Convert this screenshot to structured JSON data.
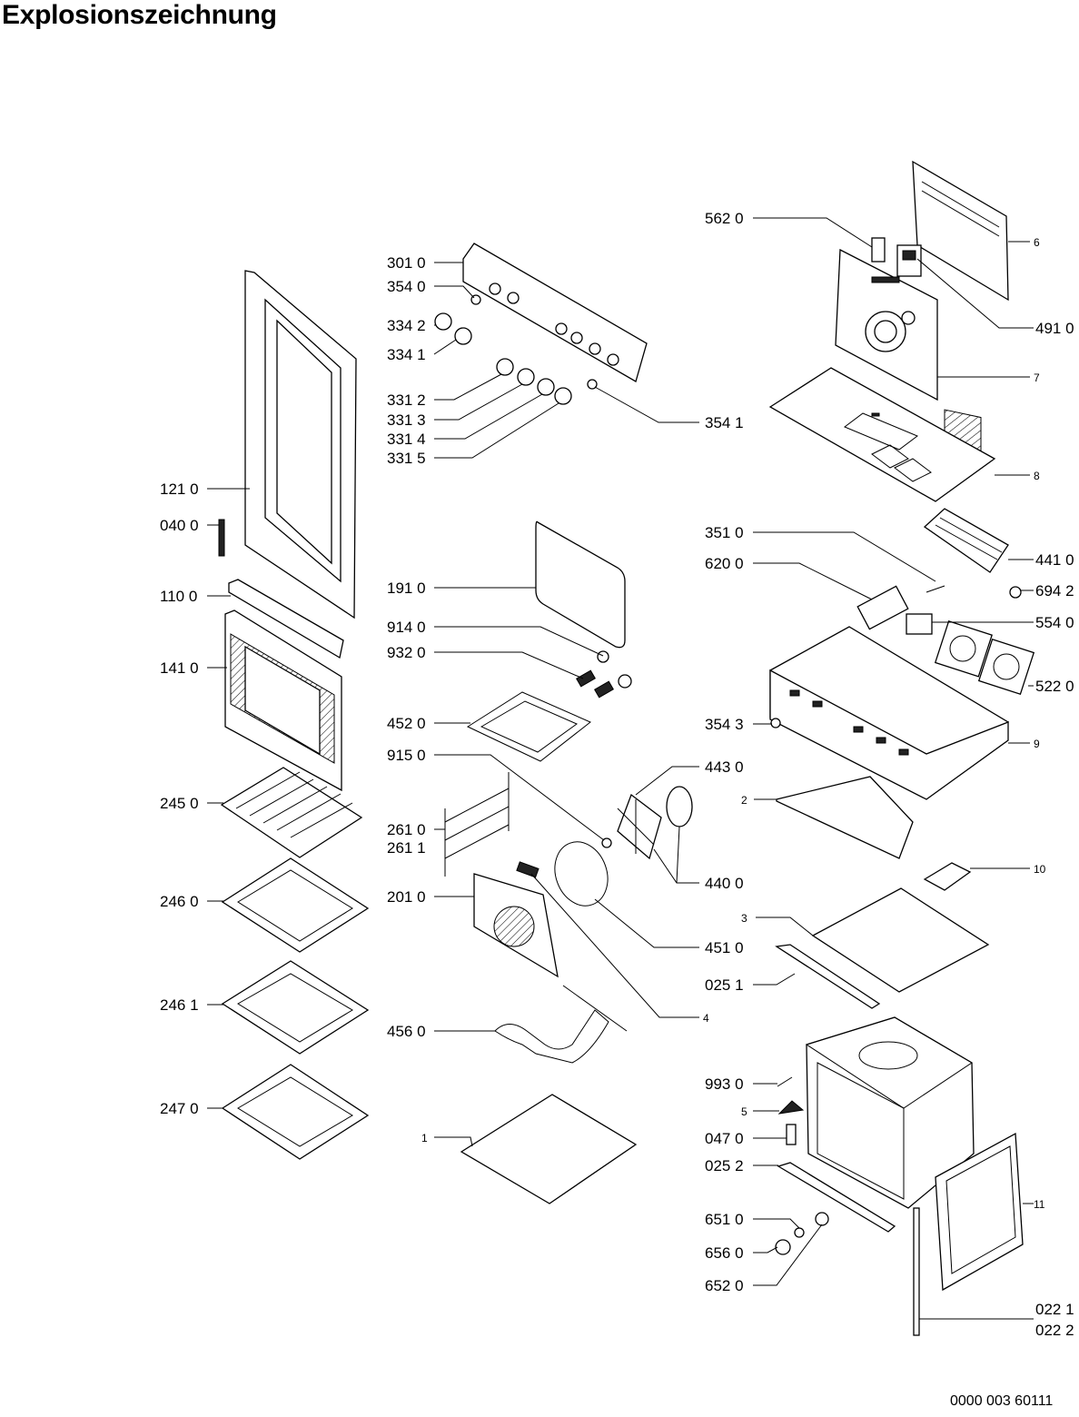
{
  "title": "Explosionszeichnung",
  "document_number": "0000 003 60111",
  "labels": {
    "p5620": "562 0",
    "p6": "6",
    "p3010": "301 0",
    "p3540": "354 0",
    "p3342": "334 2",
    "p3341": "334 1",
    "p4910": "491 0",
    "p7": "7",
    "p3312": "331 2",
    "p3313": "331 3",
    "p3314": "331 4",
    "p3315": "331 5",
    "p3541": "354 1",
    "p8": "8",
    "p1210": "121 0",
    "p0400": "040 0",
    "p3510": "351 0",
    "p4410": "441 0",
    "p6200": "620 0",
    "p1910": "191 0",
    "p6942": "694 2",
    "p1100": "110 0",
    "p5540": "554 0",
    "p9140": "914 0",
    "p1410": "141 0",
    "p9320": "932 0",
    "p5220": "522 0",
    "p4520": "452 0",
    "p3543": "354 3",
    "p9150": "915 0",
    "p9": "9",
    "p4430": "443 0",
    "p2": "2",
    "p2450": "245 0",
    "p2610": "261 0",
    "p2611": "261 1",
    "p4400": "440 0",
    "p10": "10",
    "p2460": "246 0",
    "p2010": "201 0",
    "p3": "3",
    "p4510": "451 0",
    "p0251": "025 1",
    "p2461": "246 1",
    "p4": "4",
    "p4560": "456 0",
    "p9930": "993 0",
    "p5": "5",
    "p2470": "247 0",
    "p1": "1",
    "p0470": "047 0",
    "p0252": "025 2",
    "p11": "11",
    "p6510": "651 0",
    "p6560": "656 0",
    "p6520": "652 0",
    "p0221": "022 1",
    "p0222": "022 2"
  }
}
